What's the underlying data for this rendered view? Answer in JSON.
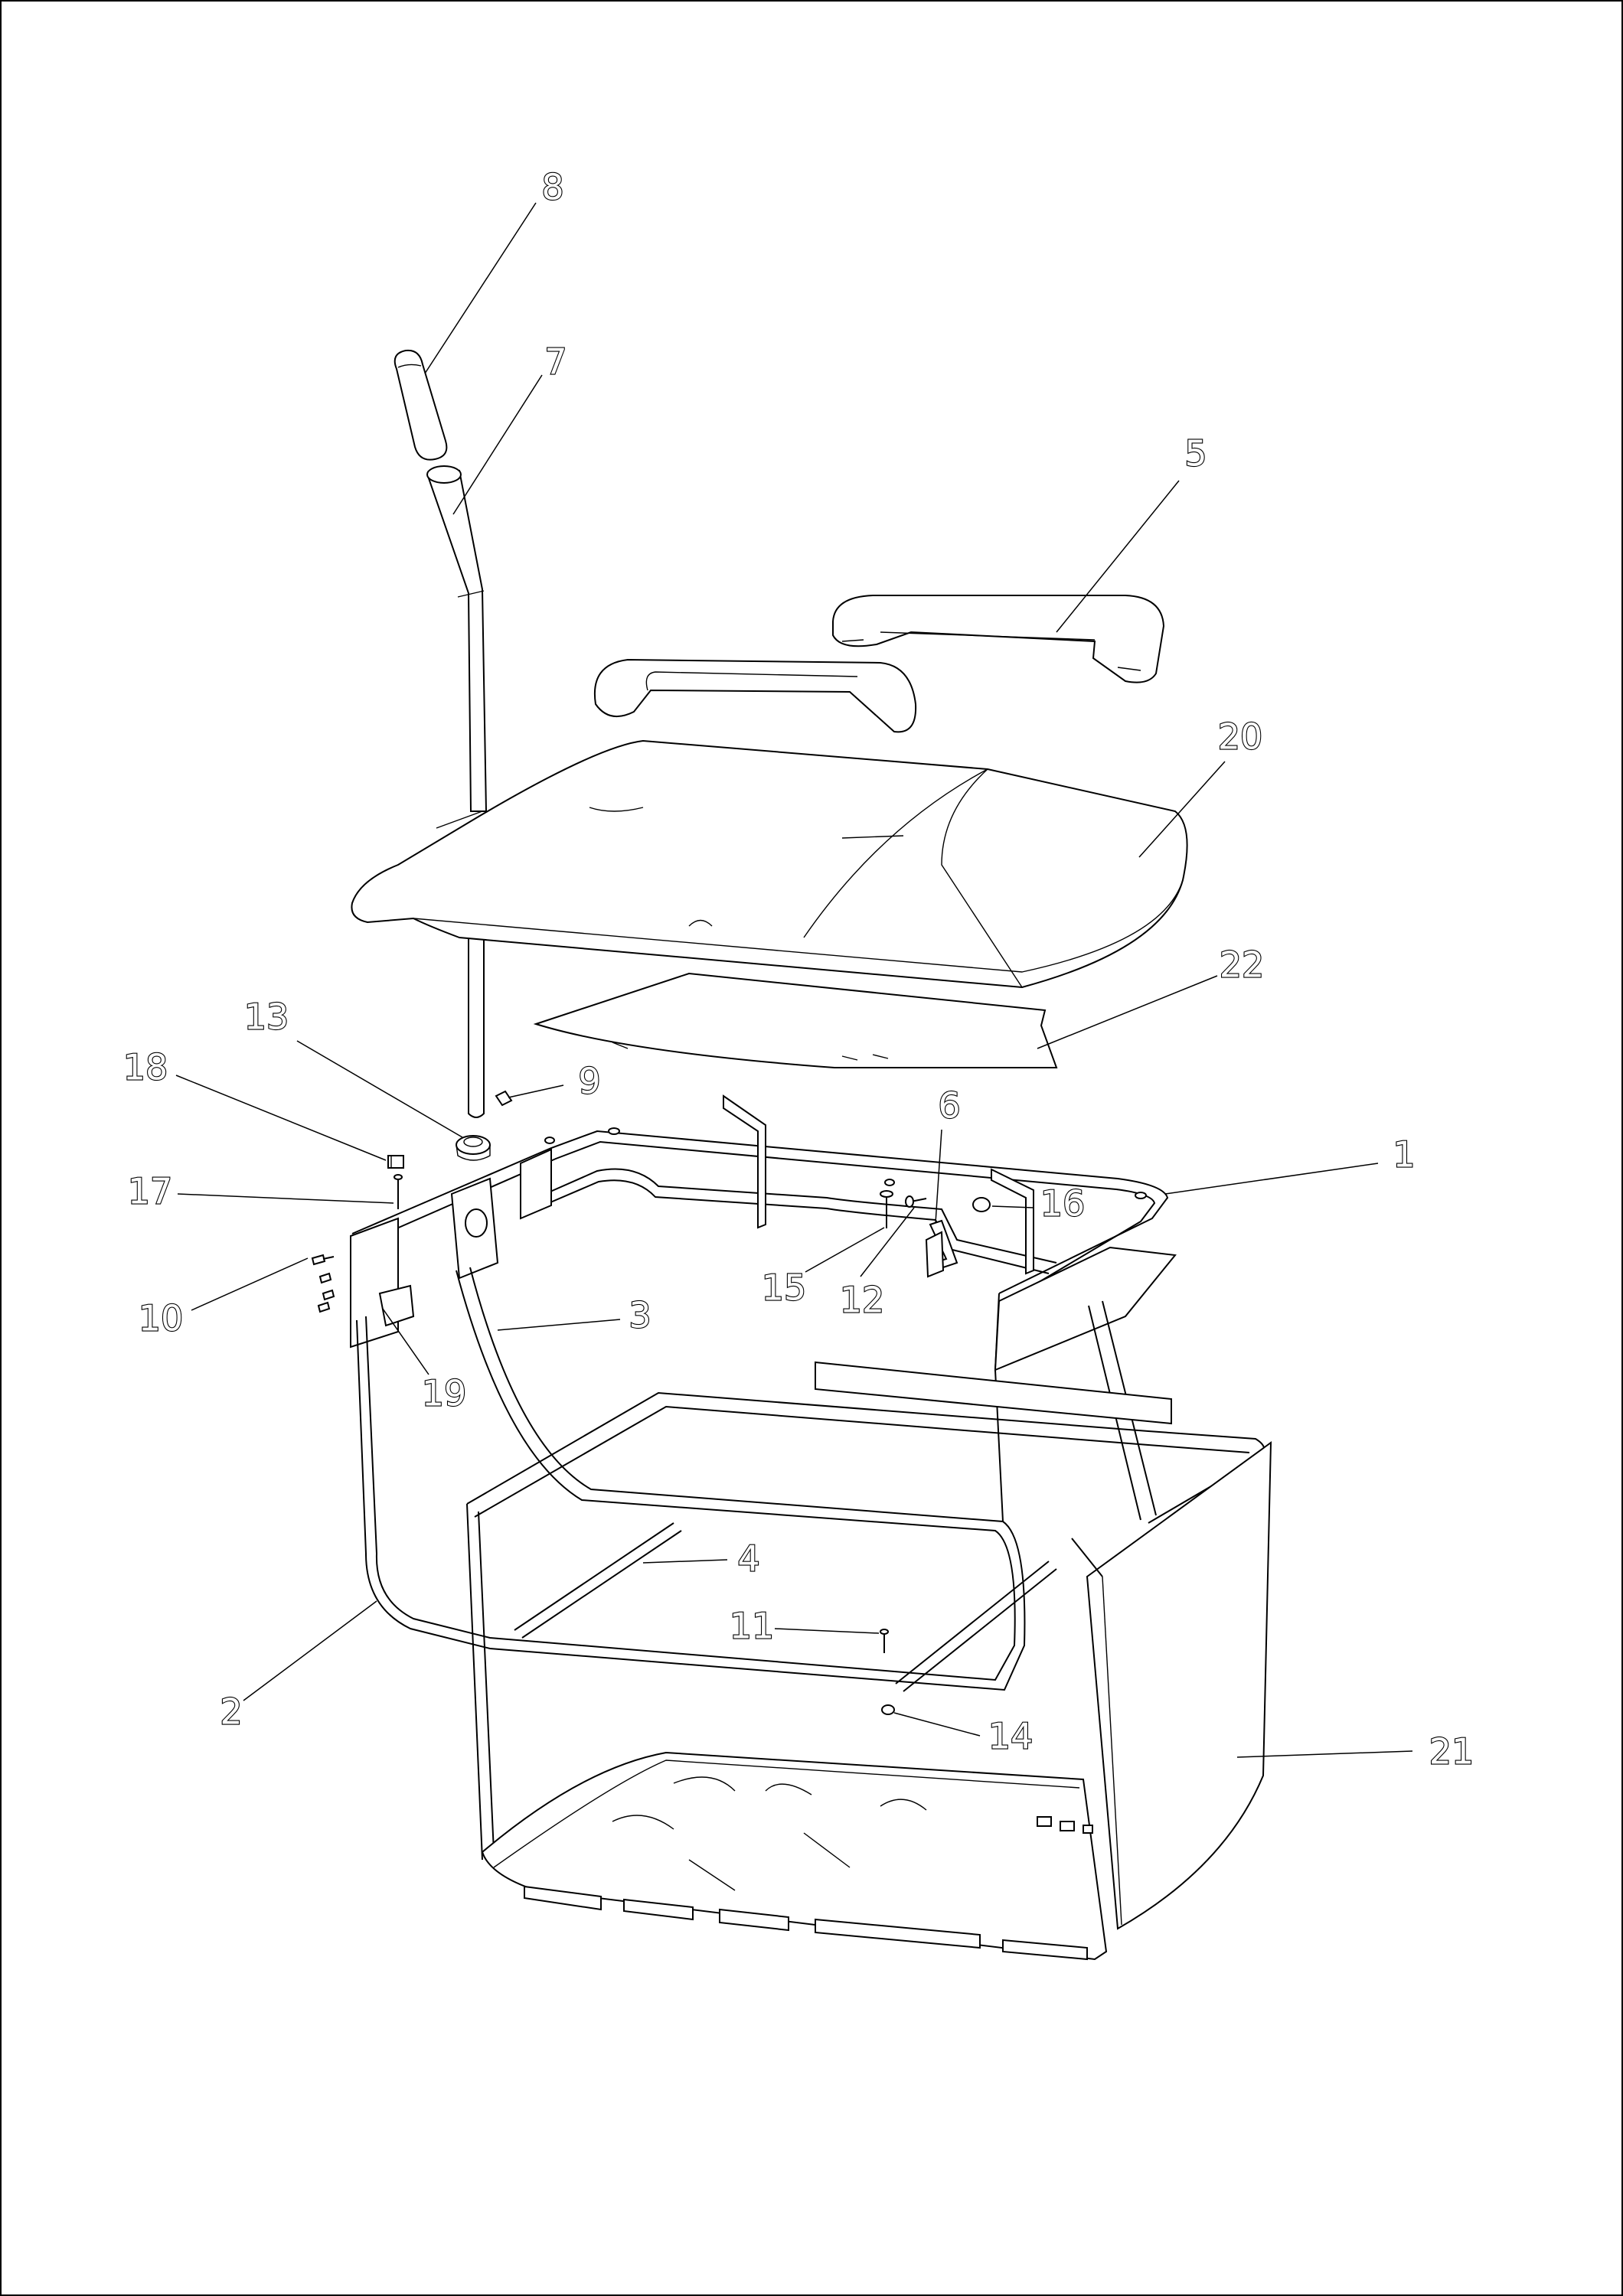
{
  "callouts": [
    {
      "id": "1",
      "label": "1"
    },
    {
      "id": "2",
      "label": "2"
    },
    {
      "id": "3",
      "label": "3"
    },
    {
      "id": "4",
      "label": "4"
    },
    {
      "id": "5",
      "label": "5"
    },
    {
      "id": "6",
      "label": "6"
    },
    {
      "id": "7",
      "label": "7"
    },
    {
      "id": "8",
      "label": "8"
    },
    {
      "id": "9",
      "label": "9"
    },
    {
      "id": "10",
      "label": "10"
    },
    {
      "id": "11",
      "label": "11"
    },
    {
      "id": "12",
      "label": "12"
    },
    {
      "id": "13",
      "label": "13"
    },
    {
      "id": "14",
      "label": "14"
    },
    {
      "id": "15",
      "label": "15"
    },
    {
      "id": "16",
      "label": "16"
    },
    {
      "id": "17",
      "label": "17"
    },
    {
      "id": "18",
      "label": "18"
    },
    {
      "id": "19",
      "label": "19"
    },
    {
      "id": "20",
      "label": "20"
    },
    {
      "id": "21",
      "label": "21"
    },
    {
      "id": "22",
      "label": "22"
    }
  ]
}
